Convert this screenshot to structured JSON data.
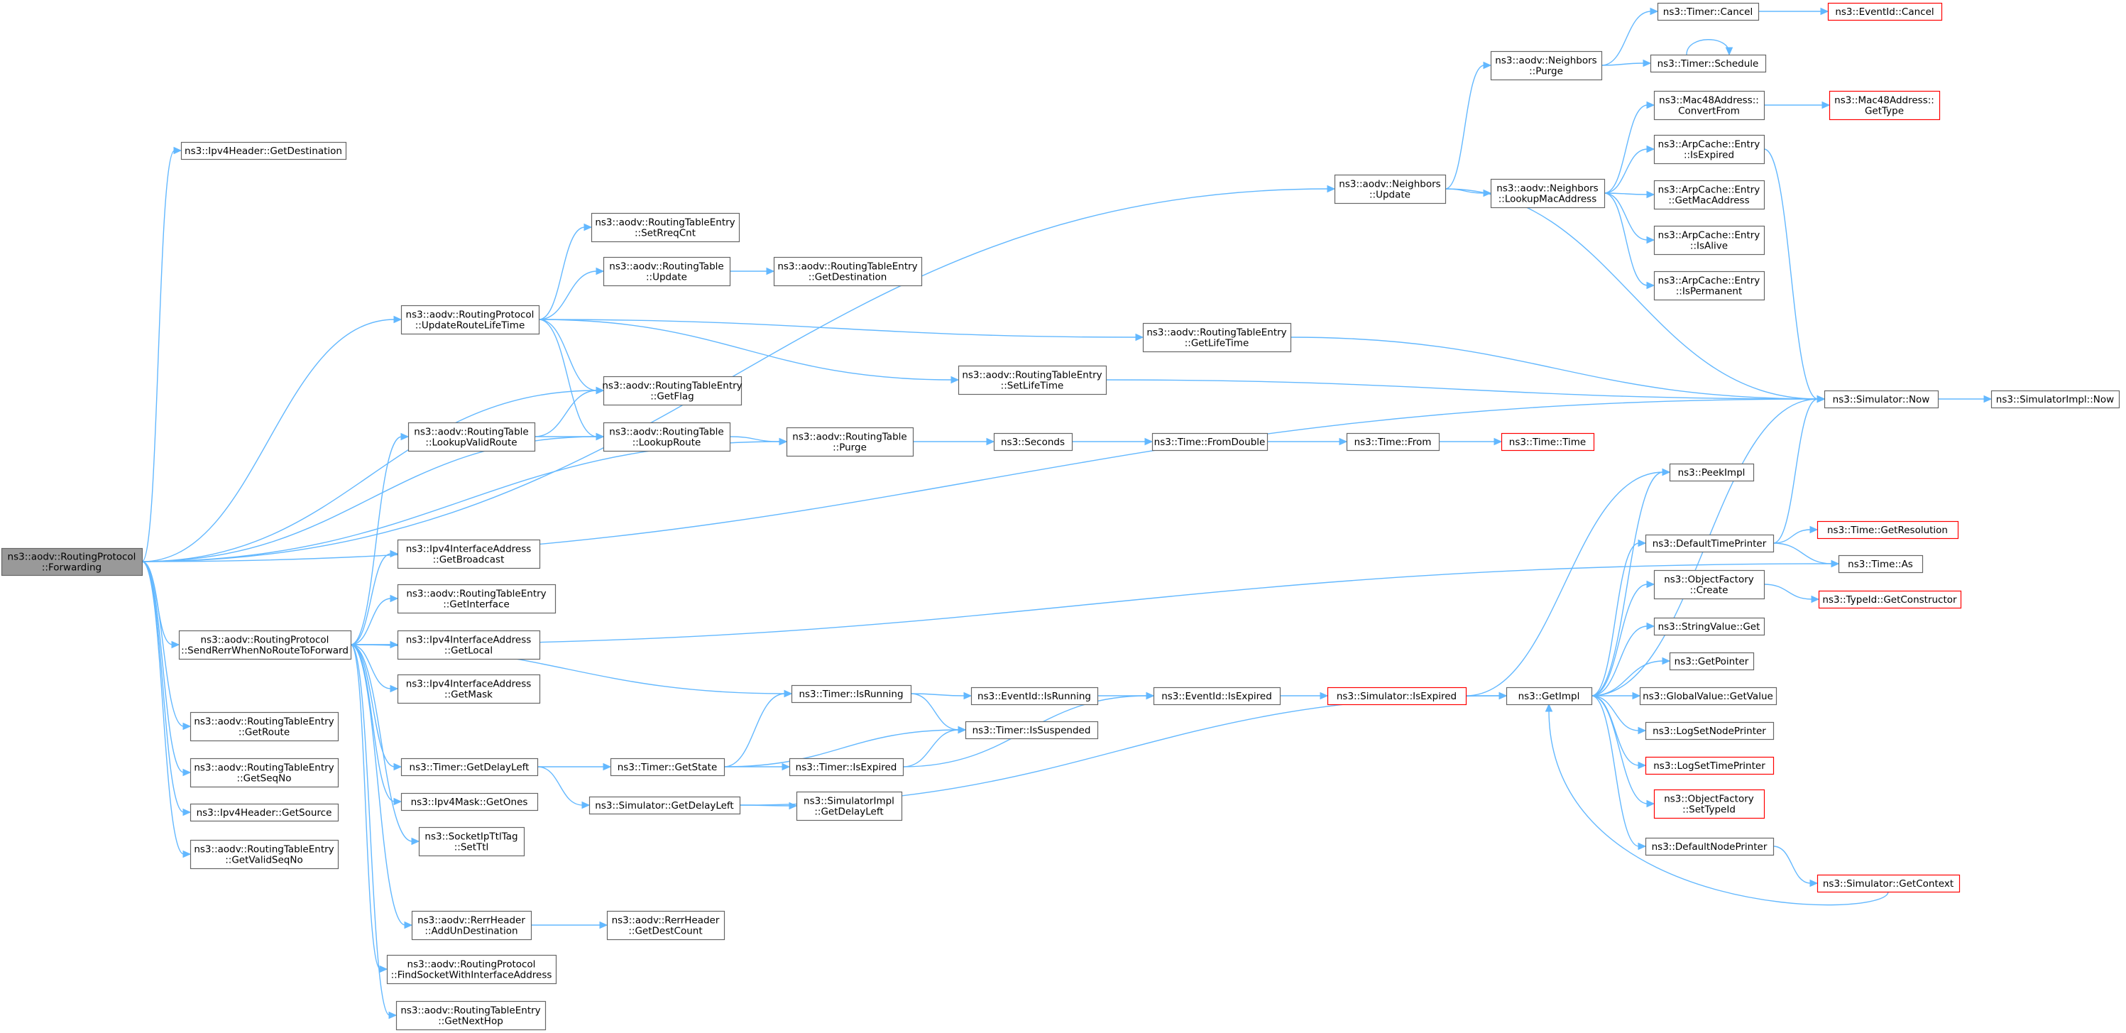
{
  "colors": {
    "edge": "#63b8ff",
    "box_border": "#666666",
    "box_fill": "#ffffff",
    "truncated_border": "#ff0000",
    "root_fill": "#999999",
    "text": "#000000"
  },
  "nodes": [
    {
      "id": "root",
      "lines": [
        "ns3::aodv::RoutingProtocol",
        "::Forwarding"
      ],
      "style": "root"
    },
    {
      "id": "ipv4hdr_dest",
      "lines": [
        "ns3::Ipv4Header::GetDestination"
      ],
      "style": "normal"
    },
    {
      "id": "nb_update",
      "lines": [
        "ns3::aodv::Neighbors",
        "::Update"
      ],
      "style": "normal"
    },
    {
      "id": "nb_purge",
      "lines": [
        "ns3::aodv::Neighbors",
        "::Purge"
      ],
      "style": "normal"
    },
    {
      "id": "timer_cancel",
      "lines": [
        "ns3::Timer::Cancel"
      ],
      "style": "normal"
    },
    {
      "id": "eventid_cancel",
      "lines": [
        "ns3::EventId::Cancel"
      ],
      "style": "truncated"
    },
    {
      "id": "timer_schedule",
      "lines": [
        "ns3::Timer::Schedule"
      ],
      "style": "normal"
    },
    {
      "id": "nb_lookupmac",
      "lines": [
        "ns3::aodv::Neighbors",
        "::LookupMacAddress"
      ],
      "style": "normal"
    },
    {
      "id": "mac48_convert",
      "lines": [
        "ns3::Mac48Address::",
        "ConvertFrom"
      ],
      "style": "normal"
    },
    {
      "id": "mac48_gettype",
      "lines": [
        "ns3::Mac48Address::",
        "GetType"
      ],
      "style": "truncated"
    },
    {
      "id": "arp_isexpired",
      "lines": [
        "ns3::ArpCache::Entry",
        "::IsExpired"
      ],
      "style": "normal"
    },
    {
      "id": "arp_getmac",
      "lines": [
        "ns3::ArpCache::Entry",
        "::GetMacAddress"
      ],
      "style": "normal"
    },
    {
      "id": "arp_isalive",
      "lines": [
        "ns3::ArpCache::Entry",
        "::IsAlive"
      ],
      "style": "normal"
    },
    {
      "id": "arp_isperm",
      "lines": [
        "ns3::ArpCache::Entry",
        "::IsPermanent"
      ],
      "style": "normal"
    },
    {
      "id": "rp_updatelife",
      "lines": [
        "ns3::aodv::RoutingProtocol",
        "::UpdateRouteLifeTime"
      ],
      "style": "normal"
    },
    {
      "id": "rte_setrreq",
      "lines": [
        "ns3::aodv::RoutingTableEntry",
        "::SetRreqCnt"
      ],
      "style": "normal"
    },
    {
      "id": "rt_update",
      "lines": [
        "ns3::aodv::RoutingTable",
        "::Update"
      ],
      "style": "normal"
    },
    {
      "id": "rte_getdest",
      "lines": [
        "ns3::aodv::RoutingTableEntry",
        "::GetDestination"
      ],
      "style": "normal"
    },
    {
      "id": "rte_getlife",
      "lines": [
        "ns3::aodv::RoutingTableEntry",
        "::GetLifeTime"
      ],
      "style": "normal"
    },
    {
      "id": "rte_setlife",
      "lines": [
        "ns3::aodv::RoutingTableEntry",
        "::SetLifeTime"
      ],
      "style": "normal"
    },
    {
      "id": "rte_getflag",
      "lines": [
        "ns3::aodv::RoutingTableEntry",
        "::GetFlag"
      ],
      "style": "normal"
    },
    {
      "id": "rt_lookupvalid",
      "lines": [
        "ns3::aodv::RoutingTable",
        "::LookupValidRoute"
      ],
      "style": "normal"
    },
    {
      "id": "rt_lookup",
      "lines": [
        "ns3::aodv::RoutingTable",
        "::LookupRoute"
      ],
      "style": "normal"
    },
    {
      "id": "rt_purge",
      "lines": [
        "ns3::aodv::RoutingTable",
        "::Purge"
      ],
      "style": "normal"
    },
    {
      "id": "seconds",
      "lines": [
        "ns3::Seconds"
      ],
      "style": "normal"
    },
    {
      "id": "time_fromdouble",
      "lines": [
        "ns3::Time::FromDouble"
      ],
      "style": "normal"
    },
    {
      "id": "time_from",
      "lines": [
        "ns3::Time::From"
      ],
      "style": "normal"
    },
    {
      "id": "time_time",
      "lines": [
        "ns3::Time::Time"
      ],
      "style": "truncated"
    },
    {
      "id": "sim_now",
      "lines": [
        "ns3::Simulator::Now"
      ],
      "style": "normal"
    },
    {
      "id": "simimpl_now",
      "lines": [
        "ns3::SimulatorImpl::Now"
      ],
      "style": "normal"
    },
    {
      "id": "peekimpl",
      "lines": [
        "ns3::PeekImpl"
      ],
      "style": "normal"
    },
    {
      "id": "deftimeprinter",
      "lines": [
        "ns3::DefaultTimePrinter"
      ],
      "style": "normal"
    },
    {
      "id": "time_getres",
      "lines": [
        "ns3::Time::GetResolution"
      ],
      "style": "truncated"
    },
    {
      "id": "time_as",
      "lines": [
        "ns3::Time::As"
      ],
      "style": "normal"
    },
    {
      "id": "objfact_create",
      "lines": [
        "ns3::ObjectFactory",
        "::Create"
      ],
      "style": "normal"
    },
    {
      "id": "typeid_getctor",
      "lines": [
        "ns3::TypeId::GetConstructor"
      ],
      "style": "truncated"
    },
    {
      "id": "stringvalue_get",
      "lines": [
        "ns3::StringValue::Get"
      ],
      "style": "normal"
    },
    {
      "id": "getpointer",
      "lines": [
        "ns3::GetPointer"
      ],
      "style": "normal"
    },
    {
      "id": "getimpl",
      "lines": [
        "ns3::GetImpl"
      ],
      "style": "normal"
    },
    {
      "id": "globalvalue_get",
      "lines": [
        "ns3::GlobalValue::GetValue"
      ],
      "style": "normal"
    },
    {
      "id": "logsetnode",
      "lines": [
        "ns3::LogSetNodePrinter"
      ],
      "style": "normal"
    },
    {
      "id": "logsettime",
      "lines": [
        "ns3::LogSetTimePrinter"
      ],
      "style": "truncated"
    },
    {
      "id": "objfact_settype",
      "lines": [
        "ns3::ObjectFactory",
        "::SetTypeId"
      ],
      "style": "truncated"
    },
    {
      "id": "defnodeprinter",
      "lines": [
        "ns3::DefaultNodePrinter"
      ],
      "style": "normal"
    },
    {
      "id": "sim_getcontext",
      "lines": [
        "ns3::Simulator::GetContext"
      ],
      "style": "truncated"
    },
    {
      "id": "sim_isexpired",
      "lines": [
        "ns3::Simulator::IsExpired"
      ],
      "style": "truncated"
    },
    {
      "id": "eventid_isexpired",
      "lines": [
        "ns3::EventId::IsExpired"
      ],
      "style": "normal"
    },
    {
      "id": "eventid_isrunning",
      "lines": [
        "ns3::EventId::IsRunning"
      ],
      "style": "normal"
    },
    {
      "id": "timer_isrunning",
      "lines": [
        "ns3::Timer::IsRunning"
      ],
      "style": "normal"
    },
    {
      "id": "timer_issuspended",
      "lines": [
        "ns3::Timer::IsSuspended"
      ],
      "style": "normal"
    },
    {
      "id": "timer_getstate",
      "lines": [
        "ns3::Timer::GetState"
      ],
      "style": "normal"
    },
    {
      "id": "timer_isexpired",
      "lines": [
        "ns3::Timer::IsExpired"
      ],
      "style": "normal"
    },
    {
      "id": "timer_getdelay",
      "lines": [
        "ns3::Timer::GetDelayLeft"
      ],
      "style": "normal"
    },
    {
      "id": "sim_getdelay",
      "lines": [
        "ns3::Simulator::GetDelayLeft"
      ],
      "style": "normal"
    },
    {
      "id": "simimpl_getdelay",
      "lines": [
        "ns3::SimulatorImpl",
        "::GetDelayLeft"
      ],
      "style": "normal"
    },
    {
      "id": "rp_sendrerr",
      "lines": [
        "ns3::aodv::RoutingProtocol",
        "::SendRerrWhenNoRouteToForward"
      ],
      "style": "normal"
    },
    {
      "id": "ipv4if_getbcast",
      "lines": [
        "ns3::Ipv4InterfaceAddress",
        "::GetBroadcast"
      ],
      "style": "normal"
    },
    {
      "id": "rte_getif",
      "lines": [
        "ns3::aodv::RoutingTableEntry",
        "::GetInterface"
      ],
      "style": "normal"
    },
    {
      "id": "ipv4if_getlocal",
      "lines": [
        "ns3::Ipv4InterfaceAddress",
        "::GetLocal"
      ],
      "style": "normal"
    },
    {
      "id": "ipv4if_getmask",
      "lines": [
        "ns3::Ipv4InterfaceAddress",
        "::GetMask"
      ],
      "style": "normal"
    },
    {
      "id": "ipv4mask_getones",
      "lines": [
        "ns3::Ipv4Mask::GetOnes"
      ],
      "style": "normal"
    },
    {
      "id": "sockipttl_set",
      "lines": [
        "ns3::SocketIpTtlTag",
        "::SetTtl"
      ],
      "style": "normal"
    },
    {
      "id": "rerr_addun",
      "lines": [
        "ns3::aodv::RerrHeader",
        "::AddUnDestination"
      ],
      "style": "normal"
    },
    {
      "id": "rerr_getdest",
      "lines": [
        "ns3::aodv::RerrHeader",
        "::GetDestCount"
      ],
      "style": "normal"
    },
    {
      "id": "rp_findsock",
      "lines": [
        "ns3::aodv::RoutingProtocol",
        "::FindSocketWithInterfaceAddress"
      ],
      "style": "normal"
    },
    {
      "id": "rte_getnexthop",
      "lines": [
        "ns3::aodv::RoutingTableEntry",
        "::GetNextHop"
      ],
      "style": "normal"
    },
    {
      "id": "rte_getroute",
      "lines": [
        "ns3::aodv::RoutingTableEntry",
        "::GetRoute"
      ],
      "style": "normal"
    },
    {
      "id": "rte_getseqno",
      "lines": [
        "ns3::aodv::RoutingTableEntry",
        "::GetSeqNo"
      ],
      "style": "normal"
    },
    {
      "id": "ipv4hdr_src",
      "lines": [
        "ns3::Ipv4Header::GetSource"
      ],
      "style": "normal"
    },
    {
      "id": "rte_getvalidseq",
      "lines": [
        "ns3::aodv::RoutingTableEntry",
        "::GetValidSeqNo"
      ],
      "style": "normal"
    }
  ],
  "edges": [
    [
      "root",
      "ipv4hdr_dest"
    ],
    [
      "root",
      "nb_update"
    ],
    [
      "root",
      "rp_updatelife"
    ],
    [
      "root",
      "rte_getflag"
    ],
    [
      "root",
      "rt_lookup"
    ],
    [
      "root",
      "rt_purge"
    ],
    [
      "root",
      "sim_now"
    ],
    [
      "root",
      "rp_sendrerr"
    ],
    [
      "root",
      "rte_getroute"
    ],
    [
      "root",
      "rte_getseqno"
    ],
    [
      "root",
      "ipv4hdr_src"
    ],
    [
      "root",
      "rte_getvalidseq"
    ],
    [
      "nb_update",
      "nb_purge"
    ],
    [
      "nb_update",
      "nb_lookupmac"
    ],
    [
      "nb_update",
      "sim_now"
    ],
    [
      "nb_purge",
      "timer_cancel"
    ],
    [
      "nb_purge",
      "timer_schedule"
    ],
    [
      "timer_cancel",
      "eventid_cancel"
    ],
    [
      "timer_schedule",
      "timer_schedule"
    ],
    [
      "nb_lookupmac",
      "mac48_convert"
    ],
    [
      "nb_lookupmac",
      "arp_isexpired"
    ],
    [
      "nb_lookupmac",
      "arp_getmac"
    ],
    [
      "nb_lookupmac",
      "arp_isalive"
    ],
    [
      "nb_lookupmac",
      "arp_isperm"
    ],
    [
      "mac48_convert",
      "mac48_gettype"
    ],
    [
      "arp_isexpired",
      "sim_now"
    ],
    [
      "rp_updatelife",
      "rte_setrreq"
    ],
    [
      "rp_updatelife",
      "rt_update"
    ],
    [
      "rp_updatelife",
      "rte_getlife"
    ],
    [
      "rp_updatelife",
      "rte_setlife"
    ],
    [
      "rp_updatelife",
      "rte_getflag"
    ],
    [
      "rp_updatelife",
      "rt_lookup"
    ],
    [
      "rt_update",
      "rte_getdest"
    ],
    [
      "rte_getlife",
      "sim_now"
    ],
    [
      "rte_setlife",
      "sim_now"
    ],
    [
      "rt_lookupvalid",
      "rte_getflag"
    ],
    [
      "rt_lookupvalid",
      "rt_lookup"
    ],
    [
      "rt_lookup",
      "rt_purge"
    ],
    [
      "rt_purge",
      "seconds"
    ],
    [
      "seconds",
      "time_fromdouble"
    ],
    [
      "time_fromdouble",
      "time_from"
    ],
    [
      "time_from",
      "time_time"
    ],
    [
      "sim_now",
      "simimpl_now"
    ],
    [
      "rp_sendrerr",
      "rt_lookupvalid"
    ],
    [
      "rp_sendrerr",
      "ipv4if_getbcast"
    ],
    [
      "rp_sendrerr",
      "rte_getif"
    ],
    [
      "rp_sendrerr",
      "ipv4if_getlocal"
    ],
    [
      "rp_sendrerr",
      "ipv4if_getmask"
    ],
    [
      "rp_sendrerr",
      "timer_isrunning"
    ],
    [
      "rp_sendrerr",
      "timer_getdelay"
    ],
    [
      "rp_sendrerr",
      "ipv4mask_getones"
    ],
    [
      "rp_sendrerr",
      "sockipttl_set"
    ],
    [
      "rp_sendrerr",
      "rerr_addun"
    ],
    [
      "rp_sendrerr",
      "rp_findsock"
    ],
    [
      "rp_sendrerr",
      "rte_getnexthop"
    ],
    [
      "rp_sendrerr",
      "time_as"
    ],
    [
      "rerr_addun",
      "rerr_getdest"
    ],
    [
      "timer_isrunning",
      "eventid_isrunning"
    ],
    [
      "timer_isrunning",
      "timer_issuspended"
    ],
    [
      "eventid_isrunning",
      "eventid_isexpired"
    ],
    [
      "eventid_isexpired",
      "sim_isexpired"
    ],
    [
      "sim_isexpired",
      "peekimpl"
    ],
    [
      "sim_isexpired",
      "getimpl"
    ],
    [
      "timer_getdelay",
      "timer_getstate"
    ],
    [
      "timer_getdelay",
      "sim_getdelay"
    ],
    [
      "timer_getstate",
      "timer_isrunning"
    ],
    [
      "timer_getstate",
      "timer_issuspended"
    ],
    [
      "timer_getstate",
      "timer_isexpired"
    ],
    [
      "timer_isexpired",
      "timer_issuspended"
    ],
    [
      "timer_isexpired",
      "eventid_isexpired"
    ],
    [
      "sim_getdelay",
      "simimpl_getdelay"
    ],
    [
      "sim_getdelay",
      "getimpl"
    ],
    [
      "getimpl",
      "peekimpl"
    ],
    [
      "getimpl",
      "sim_now"
    ],
    [
      "getimpl",
      "deftimeprinter"
    ],
    [
      "getimpl",
      "objfact_create"
    ],
    [
      "getimpl",
      "stringvalue_get"
    ],
    [
      "getimpl",
      "getpointer"
    ],
    [
      "getimpl",
      "globalvalue_get"
    ],
    [
      "getimpl",
      "logsetnode"
    ],
    [
      "getimpl",
      "logsettime"
    ],
    [
      "getimpl",
      "objfact_settype"
    ],
    [
      "getimpl",
      "defnodeprinter"
    ],
    [
      "deftimeprinter",
      "sim_now"
    ],
    [
      "deftimeprinter",
      "time_getres"
    ],
    [
      "deftimeprinter",
      "time_as"
    ],
    [
      "objfact_create",
      "typeid_getctor"
    ],
    [
      "defnodeprinter",
      "sim_getcontext"
    ],
    [
      "sim_getcontext",
      "getimpl"
    ]
  ]
}
